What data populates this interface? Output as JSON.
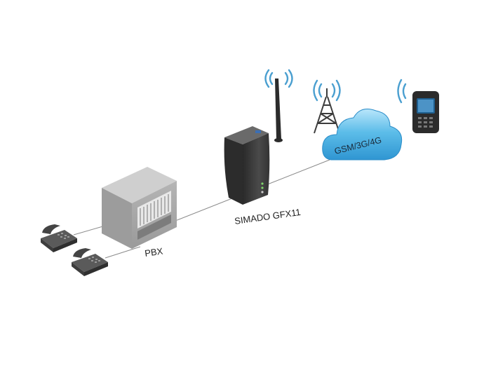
{
  "labels": {
    "pbx": "PBX",
    "gateway": "SIMADO GFX11",
    "network": "GSM/3G/4G"
  },
  "icons": {
    "desk_phone": "desk-phone-icon",
    "pbx_box": "pbx-cabinet-icon",
    "gateway_device": "gsm-gateway-icon",
    "cell_tower": "cell-tower-icon",
    "cloud": "cloud-icon",
    "mobile_phone": "mobile-phone-icon",
    "signal_waves": "wireless-signal-icon"
  },
  "colors": {
    "link_line": "#8a8a8a",
    "cloud_fill": "#3aa7e0",
    "cloud_light": "#8ed3f5",
    "signal": "#4a9fd0",
    "pbx_gray": "#a9a9a9",
    "gateway_dark": "#3b3b3b",
    "label_text": "#222222"
  }
}
